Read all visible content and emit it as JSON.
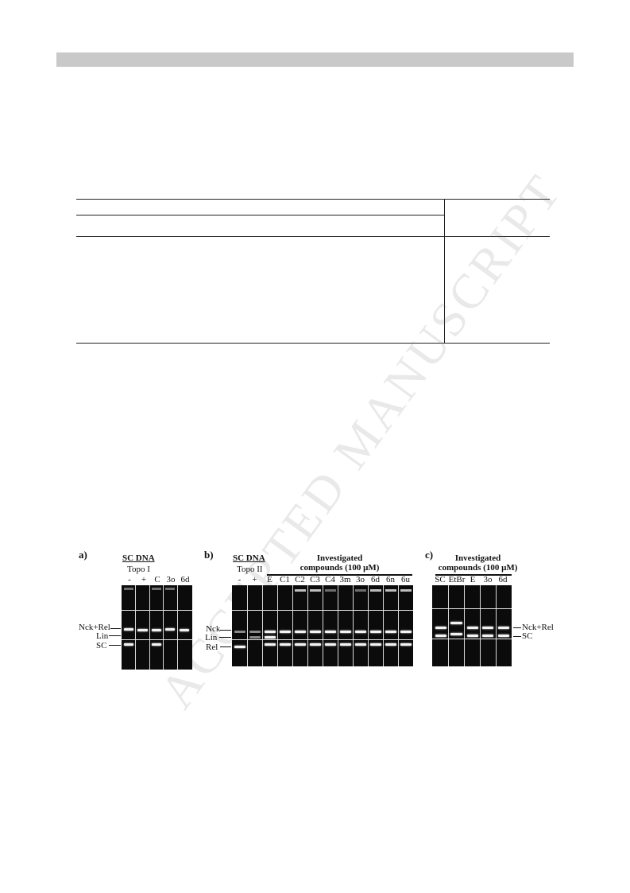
{
  "watermark": "ACCEPTED MANUSCRIPT",
  "figure": {
    "panel_a": {
      "letter": "a)",
      "title": "SC DNA",
      "enzyme": "Topo I",
      "lanes": [
        "-",
        "+",
        "C",
        "3o",
        "6d"
      ],
      "markers": [
        "Nck+Rel",
        "Lin",
        "SC"
      ]
    },
    "panel_b": {
      "letter": "b)",
      "title": "SC DNA",
      "enzyme": "Topo II",
      "group_title_line1": "Investigated",
      "group_title_line2": "compounds (100 μM)",
      "lanes": [
        "-",
        "+",
        "E",
        "C1",
        "C2",
        "C3",
        "C4",
        "3m",
        "3o",
        "6d",
        "6n",
        "6u"
      ],
      "markers": [
        "Nck",
        "Lin",
        "Rel"
      ]
    },
    "panel_c": {
      "letter": "c)",
      "group_title_line1": "Investigated",
      "group_title_line2": "compounds (100 μM)",
      "lanes": [
        "SC",
        "EtBr",
        "E",
        "3o",
        "6d"
      ],
      "markers": [
        "Nck+Rel",
        "SC"
      ]
    }
  }
}
